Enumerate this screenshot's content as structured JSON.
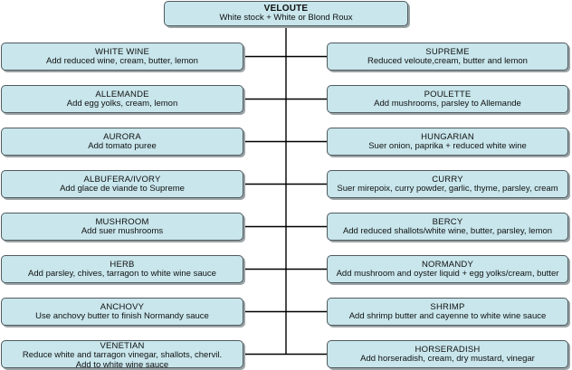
{
  "root": {
    "title": "VELOUTE",
    "desc": "White stock + White or Blond Roux"
  },
  "left": [
    {
      "title": "WHITE WINE",
      "desc": "Add reduced wine, cream, butter, lemon"
    },
    {
      "title": "ALLEMANDE",
      "desc": "Add egg yolks, cream, lemon"
    },
    {
      "title": "AURORA",
      "desc": "Add tomato puree"
    },
    {
      "title": "ALBUFERA/IVORY",
      "desc": "Add glace de viande to Supreme"
    },
    {
      "title": "MUSHROOM",
      "desc": "Add suer mushrooms"
    },
    {
      "title": "HERB",
      "desc": "Add parsley, chives, tarragon to white wine sauce"
    },
    {
      "title": "ANCHOVY",
      "desc": "Use anchovy butter to finish Normandy sauce"
    },
    {
      "title": "VENETIAN",
      "desc": "Reduce white and tarragon vinegar, shallots, chervil.\nAdd to white wine sauce"
    }
  ],
  "right": [
    {
      "title": "SUPREME",
      "desc": "Reduced veloute,cream, butter and lemon"
    },
    {
      "title": "POULETTE",
      "desc": "Add mushrooms, parsley to Allemande"
    },
    {
      "title": "HUNGARIAN",
      "desc": "Suer onion, paprika + reduced white wine"
    },
    {
      "title": "CURRY",
      "desc": "Suer mirepoix, curry powder, garlic, thyme, parsley, cream"
    },
    {
      "title": "BERCY",
      "desc": "Add reduced shallots/white wine, butter, parsley, lemon"
    },
    {
      "title": "NORMANDY",
      "desc": "Add mushroom and oyster liquid + egg yolks/cream, butter"
    },
    {
      "title": "SHRIMP",
      "desc": "Add shrimp butter and cayenne to white wine sauce"
    },
    {
      "title": "HORSERADISH",
      "desc": "Add horseradish, cream, dry mustard, vinegar"
    }
  ]
}
